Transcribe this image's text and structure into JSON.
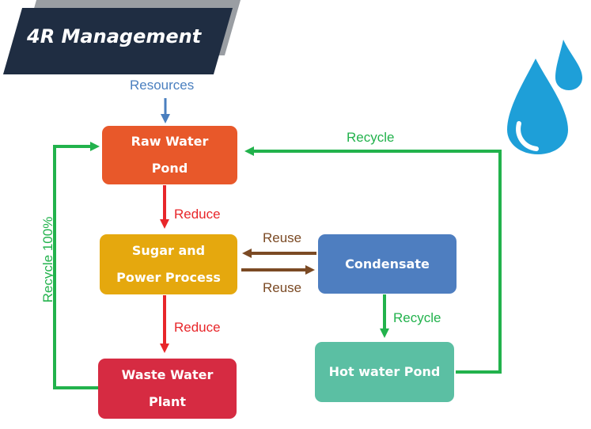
{
  "banner": {
    "title": "4R Management",
    "bg_color": "#1f2d42",
    "shadow_color": "#9a9ea3"
  },
  "nodes": {
    "raw_water": {
      "line1": "Raw Water",
      "line2": "Pond",
      "color": "#e8582a"
    },
    "sugar": {
      "line1": "Sugar and",
      "line2": "Power Process",
      "color": "#e5a80e"
    },
    "waste": {
      "line1": "Waste Water",
      "line2": "Plant",
      "color": "#d62b42"
    },
    "condensate": {
      "line1": "Condensate",
      "color": "#4e7ec0"
    },
    "hot_water": {
      "line1": "Hot water Pond",
      "color": "#5bbfa3"
    }
  },
  "labels": {
    "resources": "Resources",
    "reduce_top": "Reduce",
    "reduce_bottom": "Reduce",
    "reuse_top": "Reuse",
    "reuse_bottom": "Reuse",
    "recycle_condensate": "Recycle",
    "recycle_top": "Recycle",
    "recycle_left": "Recycle 100%"
  },
  "colors": {
    "resources": "#4a7fbf",
    "reduce": "#e8262a",
    "reuse": "#7b4a24",
    "recycle": "#22b24c",
    "water_drop": "#1e9fd8"
  },
  "icons": {
    "decoration": "water-drop-icon"
  }
}
